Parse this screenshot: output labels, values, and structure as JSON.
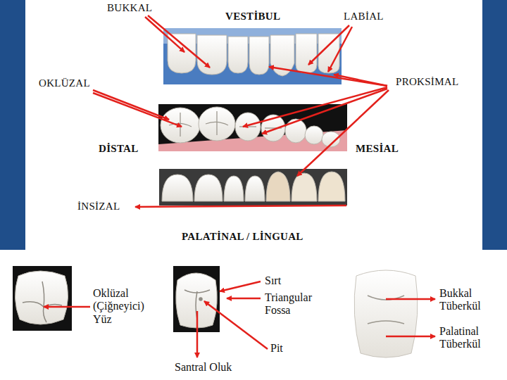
{
  "diagram": {
    "labels": [
      "BUKKAL",
      "VESTİBUL",
      "LABİAL",
      "OKLÜZAL",
      "PROKSİMAL",
      "DİSTAL",
      "MESİAL",
      "İNSİZAL",
      "PALATİNAL / LİNGUAL",
      "Oklüzal (Çiğneyici) Yüz",
      "Sırt",
      "Triangular Fossa",
      "Pit",
      "Santral Oluk",
      "Bukkal Tüberkül",
      "Palatinal Tüberkül"
    ]
  }
}
